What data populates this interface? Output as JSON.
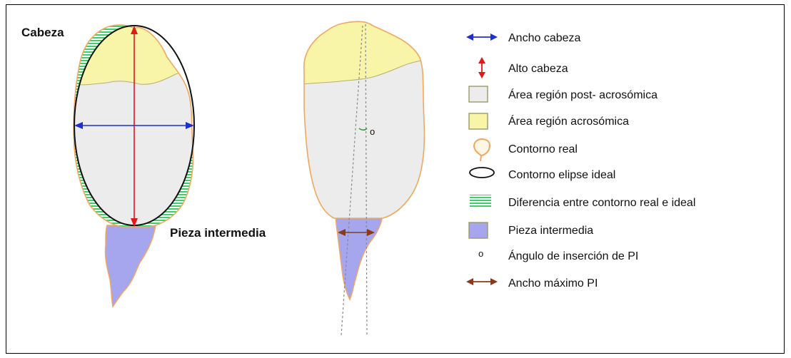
{
  "labels": {
    "head": "Cabeza",
    "midpiece": "Pieza intermedia",
    "angle_marker": "o"
  },
  "legend": [
    {
      "icon": "blue-double-arrow-icon",
      "text": "Ancho cabeza"
    },
    {
      "icon": "red-vertical-arrow-icon",
      "text": "Alto cabeza"
    },
    {
      "icon": "gray-square-icon",
      "text": "Área región post- acrosómica"
    },
    {
      "icon": "yellow-square-icon",
      "text": "Área región  acrosómica"
    },
    {
      "icon": "orange-outline-icon",
      "text": "Contorno real"
    },
    {
      "icon": "ellipse-outline-icon",
      "text": "Contorno elipse ideal"
    },
    {
      "icon": "green-stripes-icon",
      "text": "Diferencia entre contorno real e ideal"
    },
    {
      "icon": "purple-square-icon",
      "text": "Pieza intermedia"
    },
    {
      "icon": "circle-marker-icon",
      "text": "Ángulo de inserción de PI",
      "glyph": "o"
    },
    {
      "icon": "brown-double-arrow-icon",
      "text": "Ancho máximo PI"
    }
  ],
  "colors": {
    "acrosome": "#f8f4a8",
    "post_acrosome": "#ececec",
    "midpiece": "#a6a6ee",
    "real_contour": "#f0a860",
    "stripes": "#3fcf6a",
    "head_width_arrow": "#1f2fd0",
    "head_height_arrow": "#e01818",
    "midpiece_width_arrow": "#8a3a1a"
  }
}
